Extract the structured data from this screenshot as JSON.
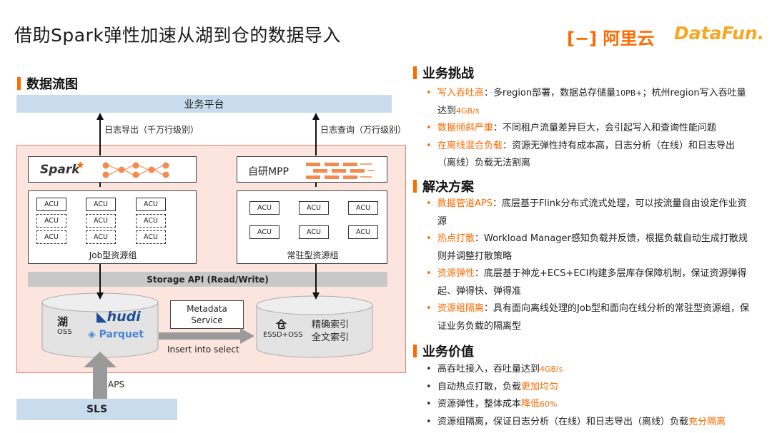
{
  "title": "借助Spark弹性加速从湖到仓的数据导入",
  "logos": {
    "aliyun": "阿里云",
    "datafun": "DataFun."
  },
  "left": {
    "section_title": "数据流图",
    "business_platform": "业务平台",
    "log_export": "日志导出（千万行级别）",
    "log_query": "日志查询（万行级别）",
    "spark_label": "Spark",
    "mpp_label": "自研MPP",
    "acu": "ACU",
    "job_group": "Job型资源组",
    "resident_group": "常驻型资源组",
    "storage_api": "Storage API (Read/Write)",
    "lake_title": "湖",
    "lake_sub": "OSS",
    "hudi": "hudi",
    "parquet": "Parquet",
    "metadata": "Metadata Service",
    "insert_into": "Insert into select",
    "warehouse_title": "仓",
    "warehouse_sub": "ESSD+OSS",
    "index1": "精确索引",
    "index2": "全文索引",
    "aps": "APS",
    "sls": "SLS"
  },
  "right": {
    "challenge": {
      "title": "业务挑战",
      "items": [
        {
          "hl": "写入吞吐高",
          "text1": "：多region部署，数据总存储量",
          "small1": "10PB+",
          "text2": "；杭州region写入吞吐量达到",
          "hl2": "4GB/s"
        },
        {
          "hl": "数据倾斜严重",
          "text1": "：不同租户流量差异巨大，会引起写入和查询性能问题"
        },
        {
          "hl": "在离线混合负载",
          "text1": "：资源无弹性持有成本高，日志分析（在线）和日志导出（离线）负载无法割离"
        }
      ]
    },
    "solution": {
      "title": "解决方案",
      "items": [
        {
          "hl": "数据管道APS",
          "text1": "：底层基于Flink分布式流式处理，可以按流量自由设定作业资源"
        },
        {
          "hl": "热点打散",
          "text1": "：Workload Manager感知负载并反馈，根据负载自动生成打散规则并调整打散策略"
        },
        {
          "hl": "资源弹性",
          "text1": "：底层基于神龙+ECS+ECI构建多层库存保障机制，保证资源弹得起、弹得快、弹得准"
        },
        {
          "hl": "资源组隔离",
          "text1": "：具有面向离线处理的Job型和面向在线分析的常驻型资源组，保证业务负载的隔离型"
        }
      ]
    },
    "value": {
      "title": "业务价值",
      "items": [
        {
          "text1": "高吞吐接入，吞吐量达到",
          "hl": "4GB/s"
        },
        {
          "text1": "自动热点打散，负载",
          "hl": "更加均匀"
        },
        {
          "text1": "资源弹性，整体成本",
          "hl": "降低",
          "hl_small": "60%"
        },
        {
          "text1": "资源组隔离，保证日志分析（在线）和日志导出（离线）负载",
          "hl": "充分隔离"
        }
      ]
    }
  }
}
